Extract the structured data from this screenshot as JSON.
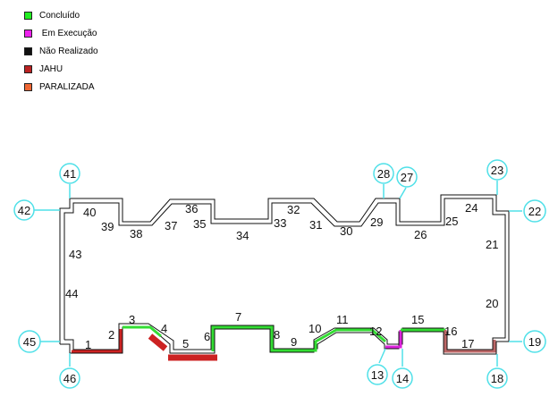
{
  "legend": [
    {
      "label": "Concluído",
      "color": "#22ee22"
    },
    {
      "label": " Em Execução",
      "color": "#ee22ee"
    },
    {
      "label": "Não Realizado",
      "color": "#111111"
    },
    {
      "label": "JAHU",
      "color": "#bb2222"
    },
    {
      "label": "PARALIZADA",
      "color": "#ee6633"
    }
  ],
  "segments": [
    "1",
    "2",
    "3",
    "4",
    "5",
    "6",
    "7",
    "8",
    "9",
    "10",
    "11",
    "12",
    "15",
    "16",
    "17",
    "20",
    "21",
    "24",
    "25",
    "26",
    "29",
    "30",
    "31",
    "32",
    "33",
    "34",
    "35",
    "36",
    "37",
    "38",
    "39",
    "40",
    "43",
    "44"
  ],
  "callouts": [
    "41",
    "42",
    "28",
    "27",
    "23",
    "22",
    "45",
    "46",
    "13",
    "14",
    "18",
    "19"
  ],
  "colors": {
    "concluido": "#33dd33",
    "execucao": "#dd22dd",
    "jahu": "#cc2222",
    "paralizada": "#bb6666",
    "callout": "#4fe0e8",
    "outline": "#111111"
  }
}
